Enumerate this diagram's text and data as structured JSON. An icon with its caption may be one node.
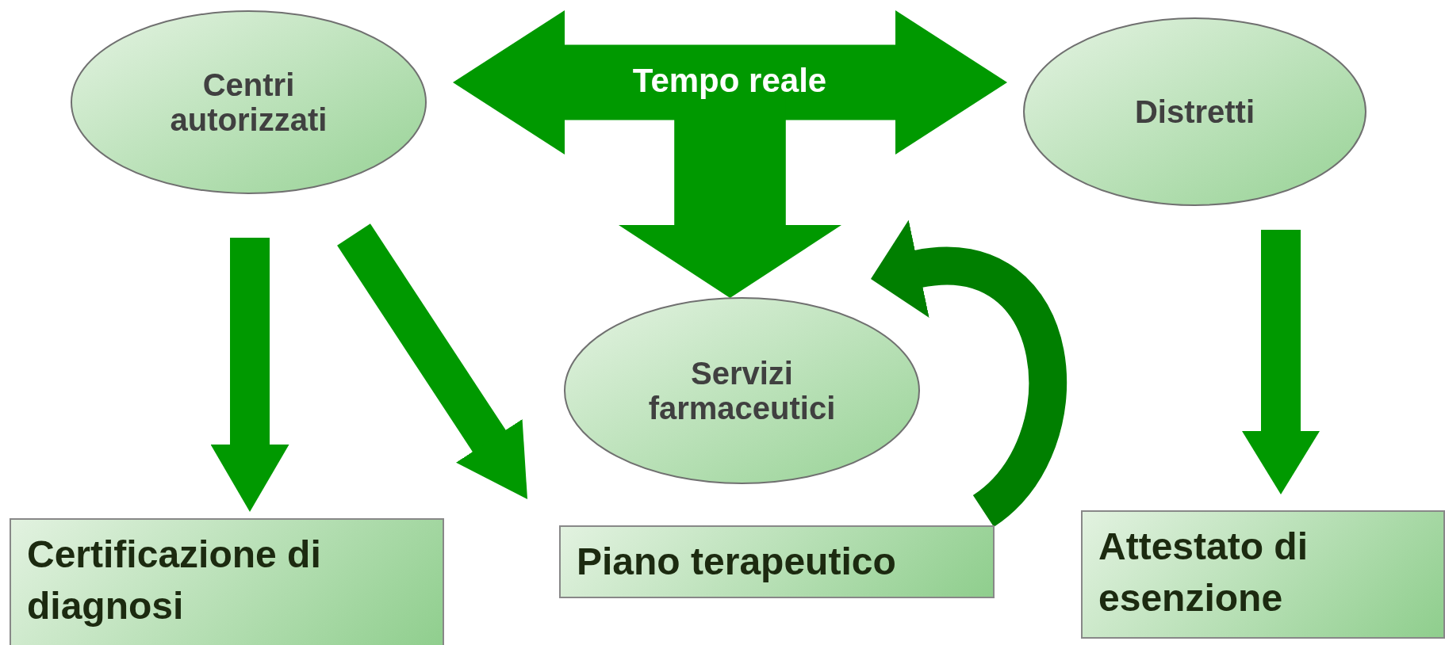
{
  "diagram": {
    "nodes": [
      {
        "text": [
          "Centri autorizzati"
        ]
      },
      {
        "text": [
          "Distretti"
        ]
      },
      {
        "text": [
          "Servizi farmaceutici"
        ]
      },
      {
        "text": [
          "Certificazione di diagnosi"
        ]
      },
      {
        "text": [
          "Piano terapeutico"
        ]
      },
      {
        "text": [
          "Attestato di esenzione"
        ]
      }
    ],
    "edges": [
      {
        "from": 0,
        "to": 1,
        "arrow": "both",
        "label": "Tempo reale",
        "style": "thick"
      },
      {
        "from": null,
        "to": 2,
        "arrow": "to",
        "style": "thick"
      },
      {
        "from": 0,
        "to": 3,
        "arrow": "to"
      },
      {
        "from": 0,
        "to": 4,
        "arrow": "to"
      },
      {
        "from": 1,
        "to": 5,
        "arrow": "to"
      },
      {
        "from": 4,
        "to": 2,
        "arrow": "to",
        "color": "#007f00"
      }
    ]
  }
}
